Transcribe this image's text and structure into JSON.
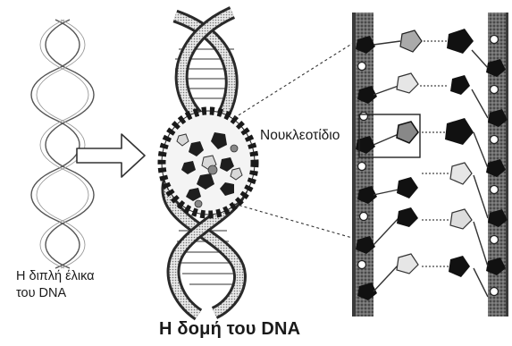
{
  "labels": {
    "helix_line1": "Η διπλή έλικα",
    "helix_line2": "του DNA",
    "nucleotide": "Νουκλεοτίδιο",
    "title": "Η δομή του DNA"
  },
  "colors": {
    "ink": "#1a1a1a",
    "strand_dark": "#2a2a2a",
    "strand_shade": "#8a8a8a",
    "background": "#ffffff"
  }
}
